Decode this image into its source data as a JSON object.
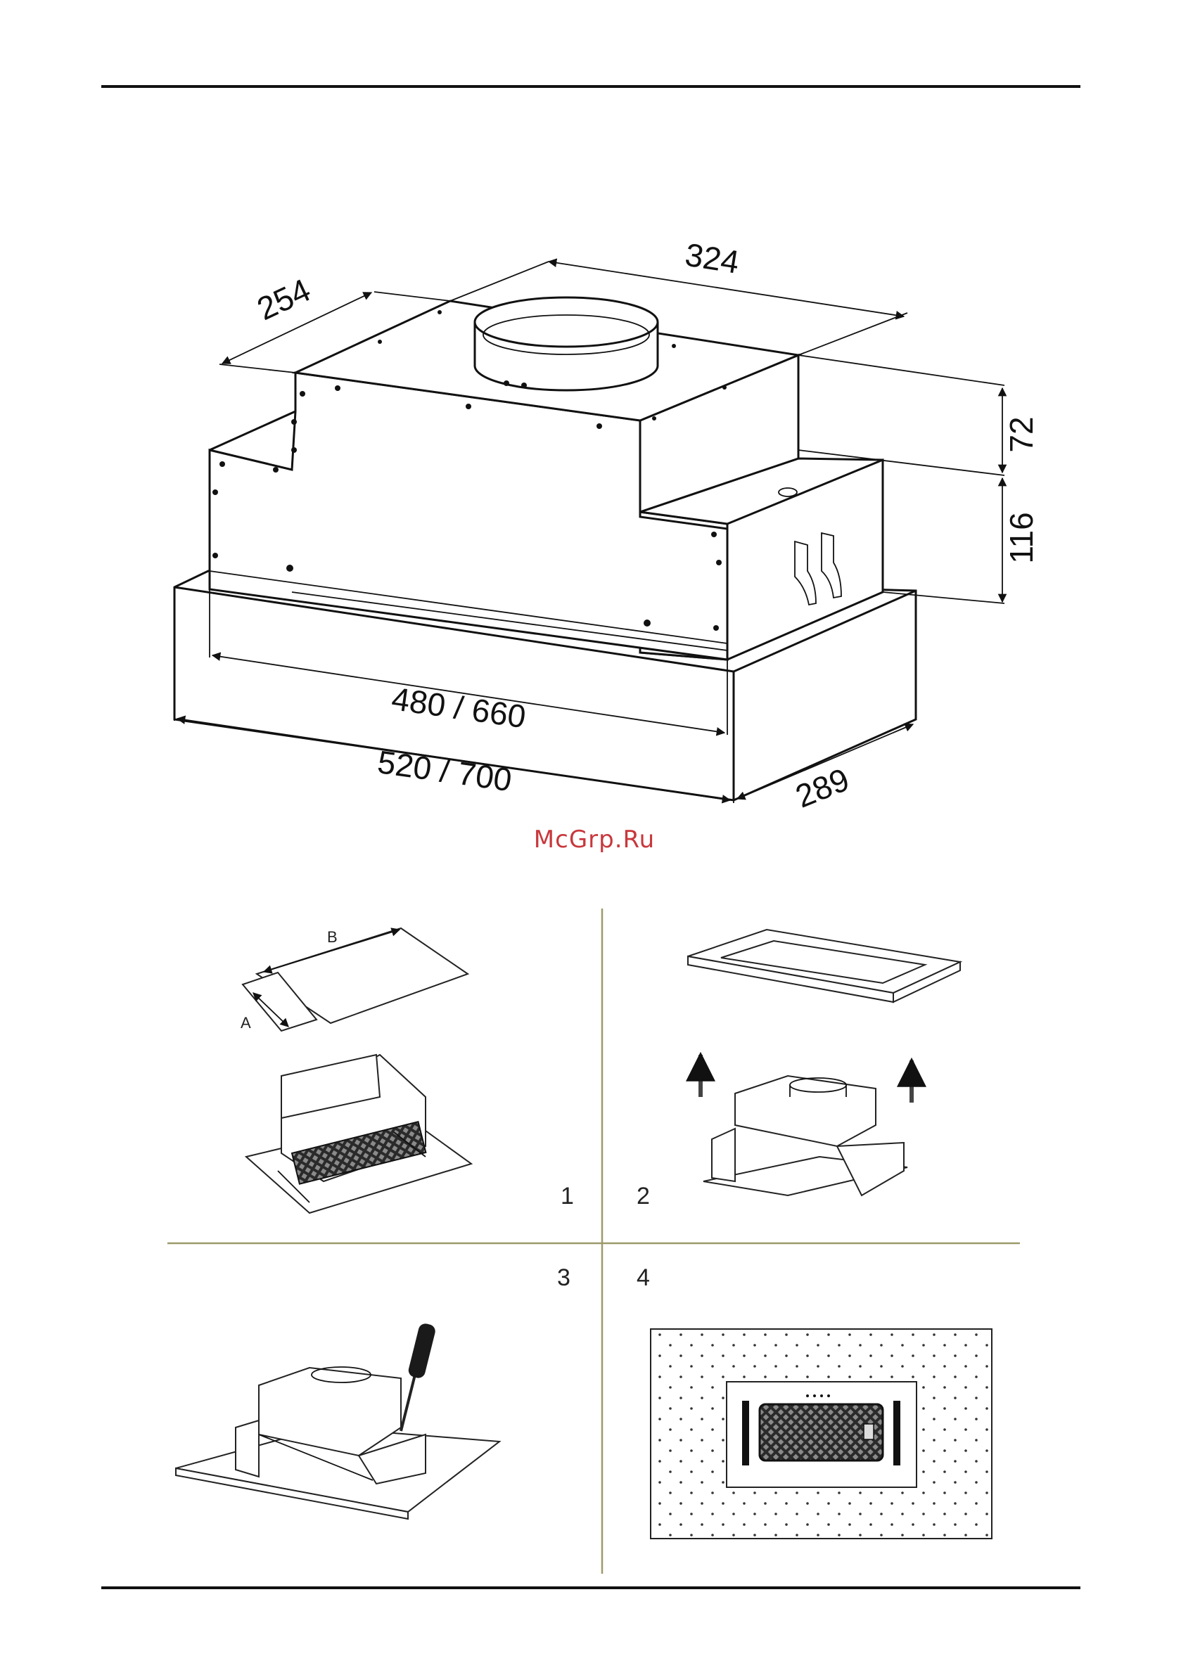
{
  "main_drawing": {
    "dimensions": {
      "duct_width": "324",
      "depth_top": "254",
      "height_top": "72",
      "height_body": "116",
      "inner_width": "480 / 660",
      "outer_width": "520 / 700",
      "outer_depth": "289"
    }
  },
  "watermark": "McGrp.Ru",
  "steps": [
    {
      "number": "1",
      "labels": [
        "A",
        "B"
      ]
    },
    {
      "number": "2"
    },
    {
      "number": "3"
    },
    {
      "number": "4"
    }
  ],
  "icons": [
    "hood-unit-icon",
    "cutout-template-icon",
    "frame-icon",
    "up-arrow-icon",
    "screwdriver-icon",
    "ceiling-panel-icon",
    "grease-filter-icon"
  ]
}
